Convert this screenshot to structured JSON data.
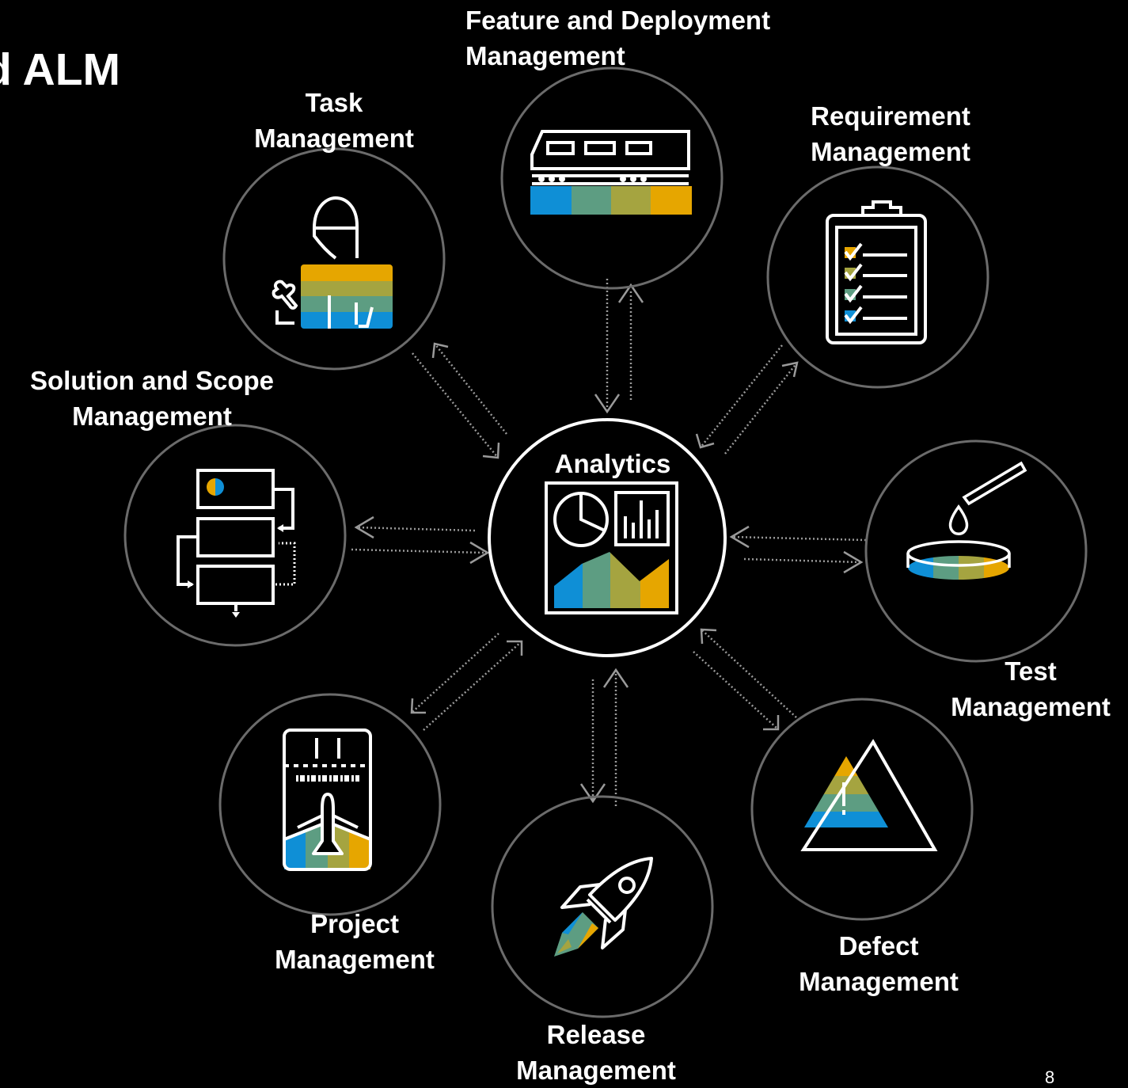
{
  "slide": {
    "title": "d ALM",
    "page_number": "8"
  },
  "center": {
    "label": "Analytics"
  },
  "nodes": {
    "feature": {
      "line1": "Feature and Deployment",
      "line2": "Management",
      "icon": "train-icon"
    },
    "requirement": {
      "line1": "Requirement",
      "line2": "Management",
      "icon": "clipboard-checklist-icon"
    },
    "test": {
      "line1": "Test",
      "line2": "Management",
      "icon": "petri-dish-dropper-icon"
    },
    "defect": {
      "line1": "Defect",
      "line2": "Management",
      "icon": "warning-triangle-icon"
    },
    "release": {
      "line1": "Release",
      "line2": "Management",
      "icon": "rocket-icon"
    },
    "project": {
      "line1": "Project",
      "line2": "Management",
      "icon": "boarding-pass-icon"
    },
    "solution": {
      "line1": "Solution and Scope",
      "line2": "Management",
      "icon": "process-flow-icon"
    },
    "task": {
      "line1": "Task",
      "line2": "Management",
      "icon": "worker-icon"
    }
  },
  "colors": {
    "background": "#000000",
    "circle_outline": "#6b6b6b",
    "center_outline": "#ffffff",
    "arrow": "#9a9a9a",
    "blue": "#0f8fd6",
    "teal": "#5d9d82",
    "olive": "#a5a440",
    "gold": "#e6a600"
  }
}
